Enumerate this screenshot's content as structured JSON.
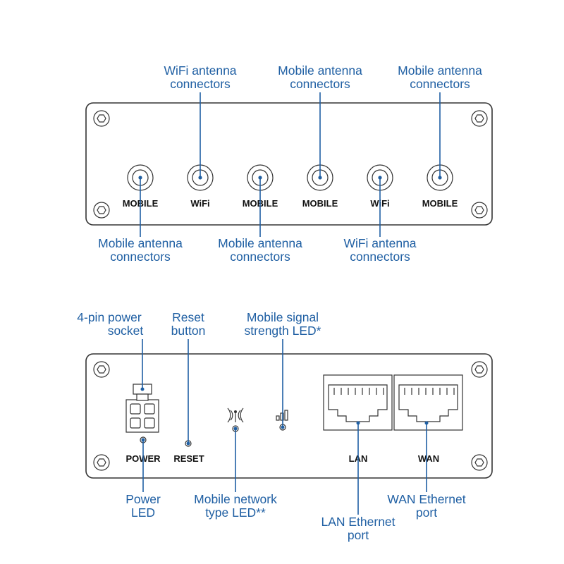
{
  "top_panel": {
    "ports": [
      "MOBILE",
      "WiFi",
      "MOBILE",
      "MOBILE",
      "WiFi",
      "MOBILE"
    ],
    "callouts_above": [
      [
        "WiFi antenna",
        "connectors"
      ],
      [
        "Mobile antenna",
        "connectors"
      ],
      [
        "Mobile antenna",
        "connectors"
      ]
    ],
    "callouts_below": [
      [
        "Mobile antenna",
        "connectors"
      ],
      [
        "Mobile antenna",
        "connectors"
      ],
      [
        "WiFi antenna",
        "connectors"
      ]
    ]
  },
  "bottom_panel": {
    "port_labels": {
      "power": "POWER",
      "reset": "RESET",
      "lan": "LAN",
      "wan": "WAN"
    },
    "callouts_above": {
      "power_socket": [
        "4-pin power",
        "socket"
      ],
      "reset_button": [
        "Reset",
        "button"
      ],
      "signal_led": [
        "Mobile signal",
        "strength LED*"
      ]
    },
    "callouts_below": {
      "power_led": [
        "Power",
        "LED"
      ],
      "network_led": [
        "Mobile network",
        "type LED**"
      ],
      "lan_port": [
        "LAN Ethernet",
        "port"
      ],
      "wan_port": [
        "WAN Ethernet",
        "port"
      ]
    }
  },
  "colors": {
    "callout": "#1f5fa3",
    "outline": "#333333"
  },
  "icons": [
    "hex-screw-icon",
    "antenna-connector-icon",
    "power-socket-icon",
    "reset-pinhole-icon",
    "network-type-icon",
    "signal-bars-icon",
    "ethernet-port-icon"
  ]
}
